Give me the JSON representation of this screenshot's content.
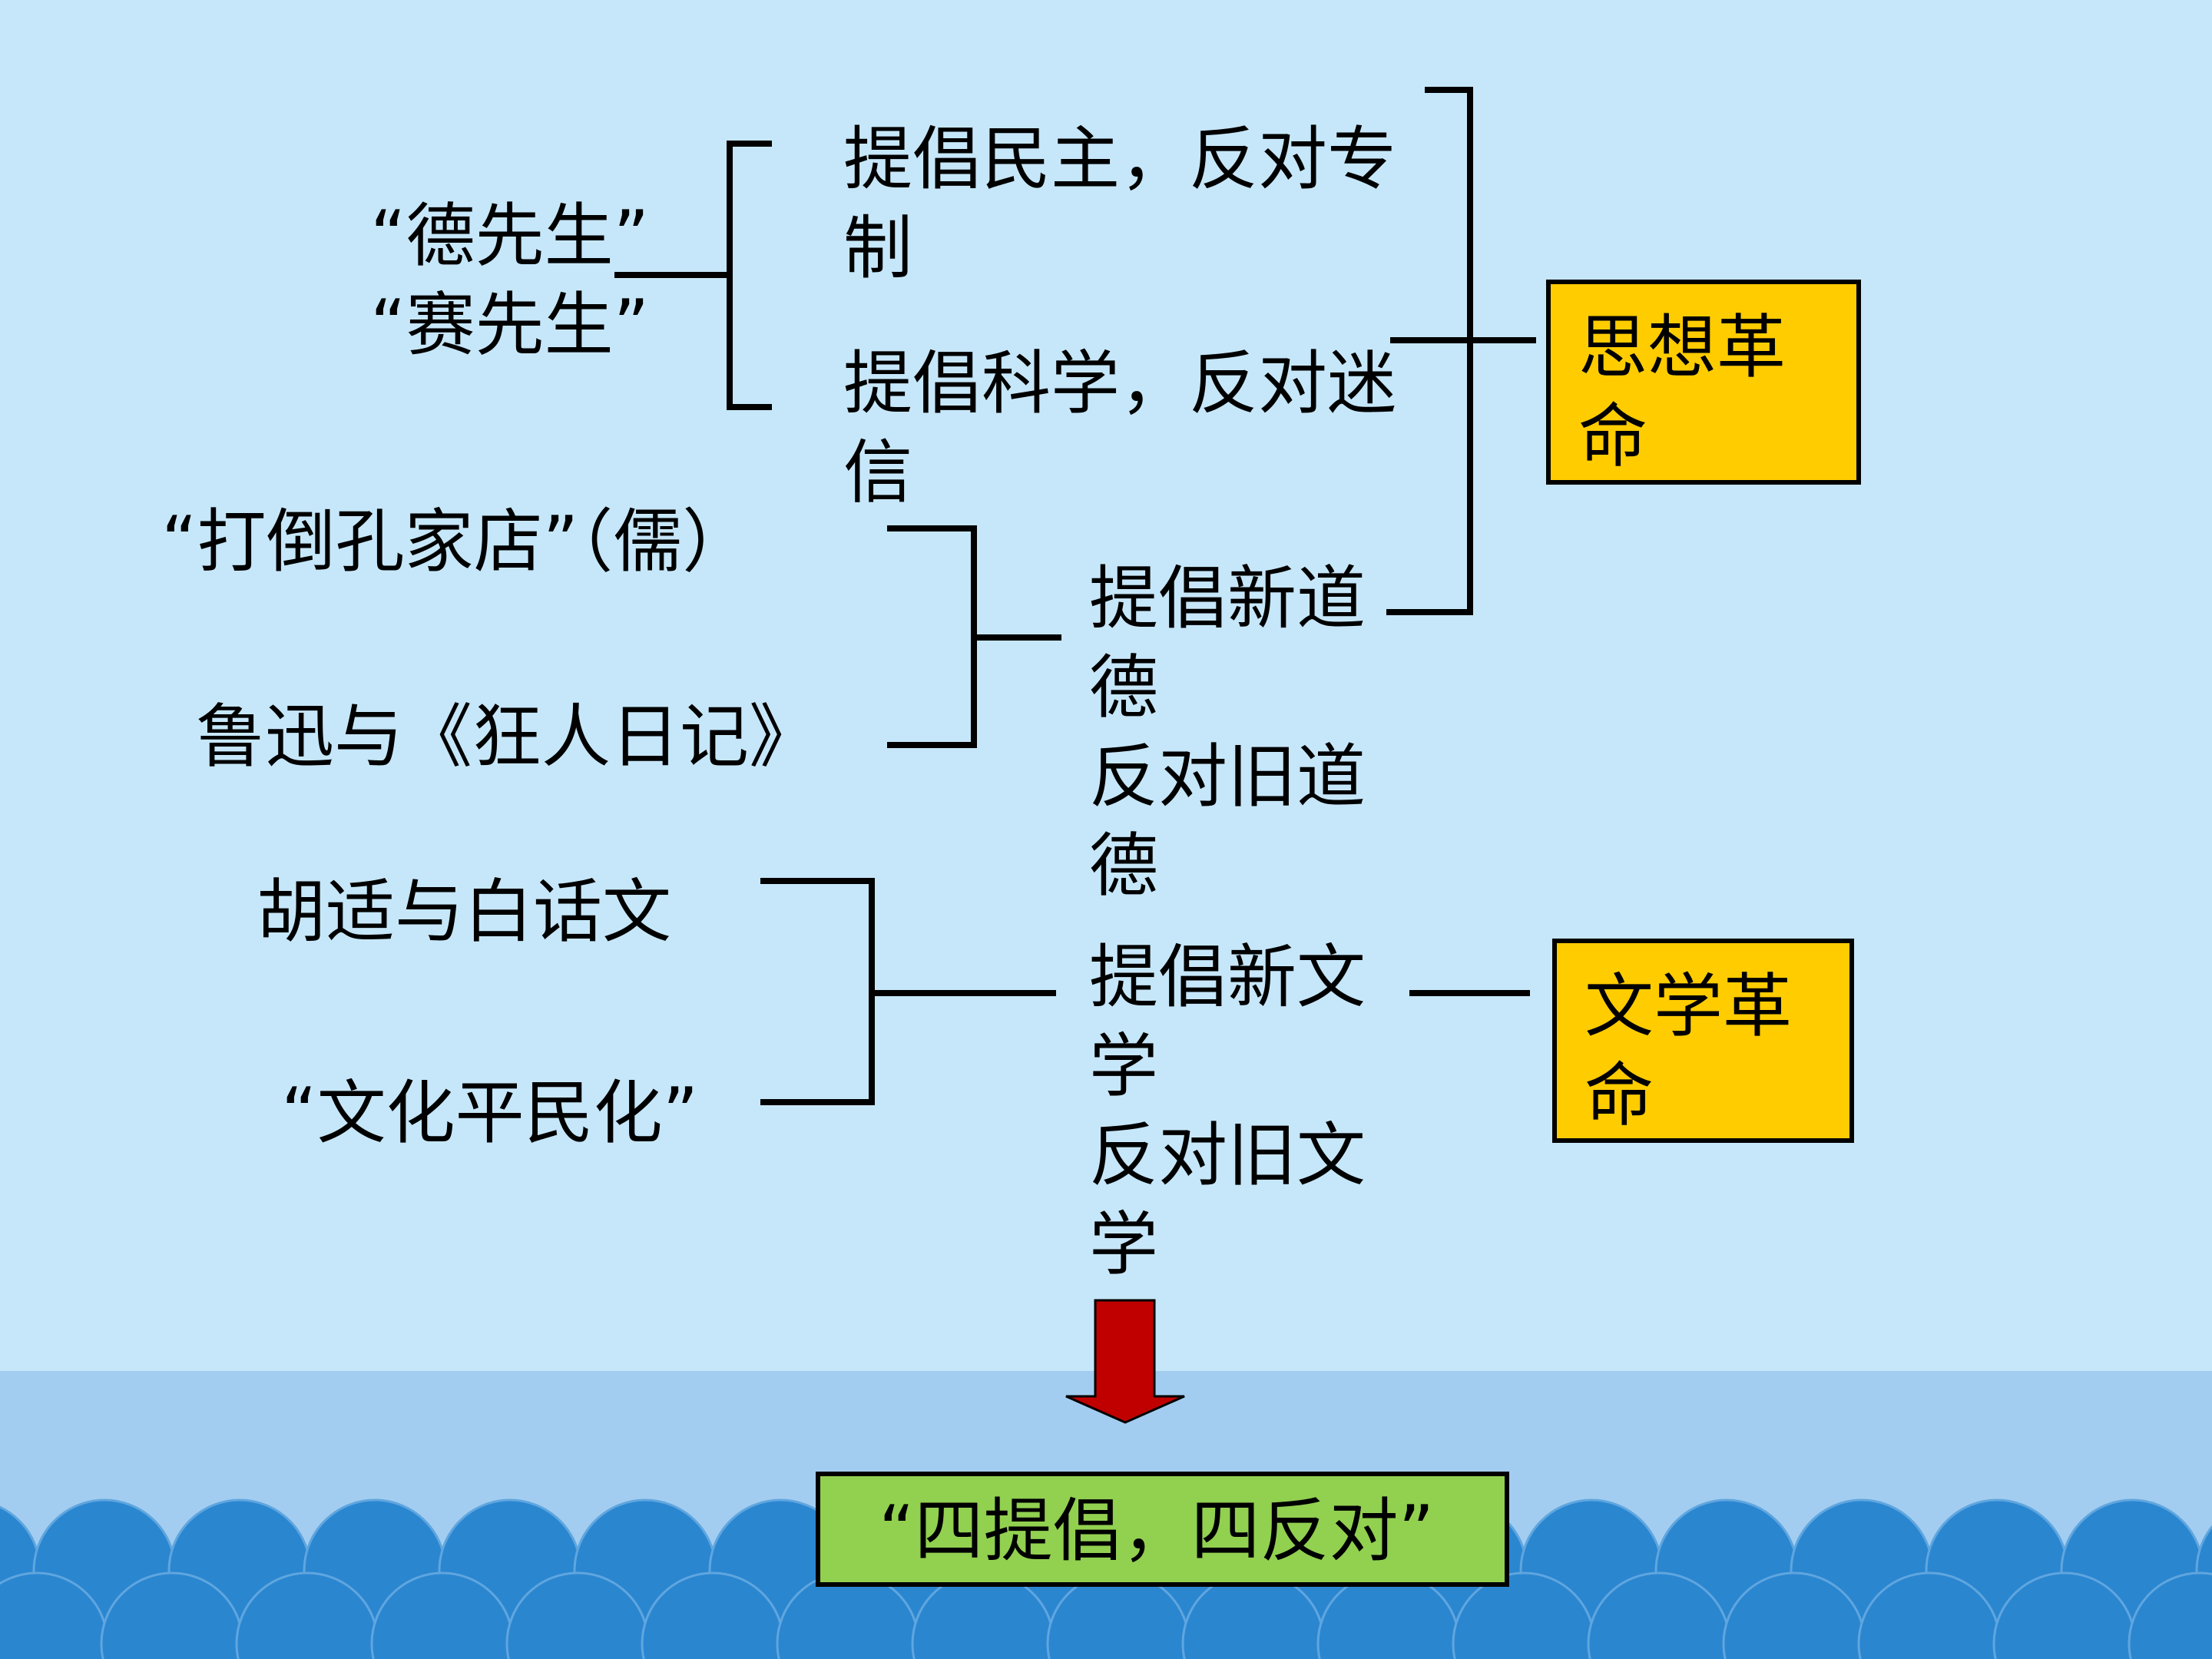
{
  "colors": {
    "background": "#c6e7f9",
    "sea_band": "#a3cdf0",
    "waves": "#2b86d0",
    "box_yellow": "#ffcc00",
    "box_green": "#92d050",
    "arrow": "#c00000",
    "lines": "#000000"
  },
  "left_items": {
    "de_sai": "“德先生”\n“赛先生”",
    "dadao_kongjiadian": "“打倒孔家店”（儒）",
    "luxun": "鲁迅与《狂人日记》",
    "hushi": "胡适与白话文",
    "pingminhua": "“文化平民化”"
  },
  "middle_items": {
    "democracy": "提倡民主，反对专\n制",
    "science": "提倡科学，反对迷\n信",
    "morality": "提倡新道\n德\n反对旧道\n德",
    "literature": "提倡新文\n学\n反对旧文\n学"
  },
  "right_boxes": {
    "thought_revolution": "思想革\n命",
    "literary_revolution": "文学革\n命"
  },
  "bottom_box": {
    "summary": "“四提倡，四反对”"
  }
}
